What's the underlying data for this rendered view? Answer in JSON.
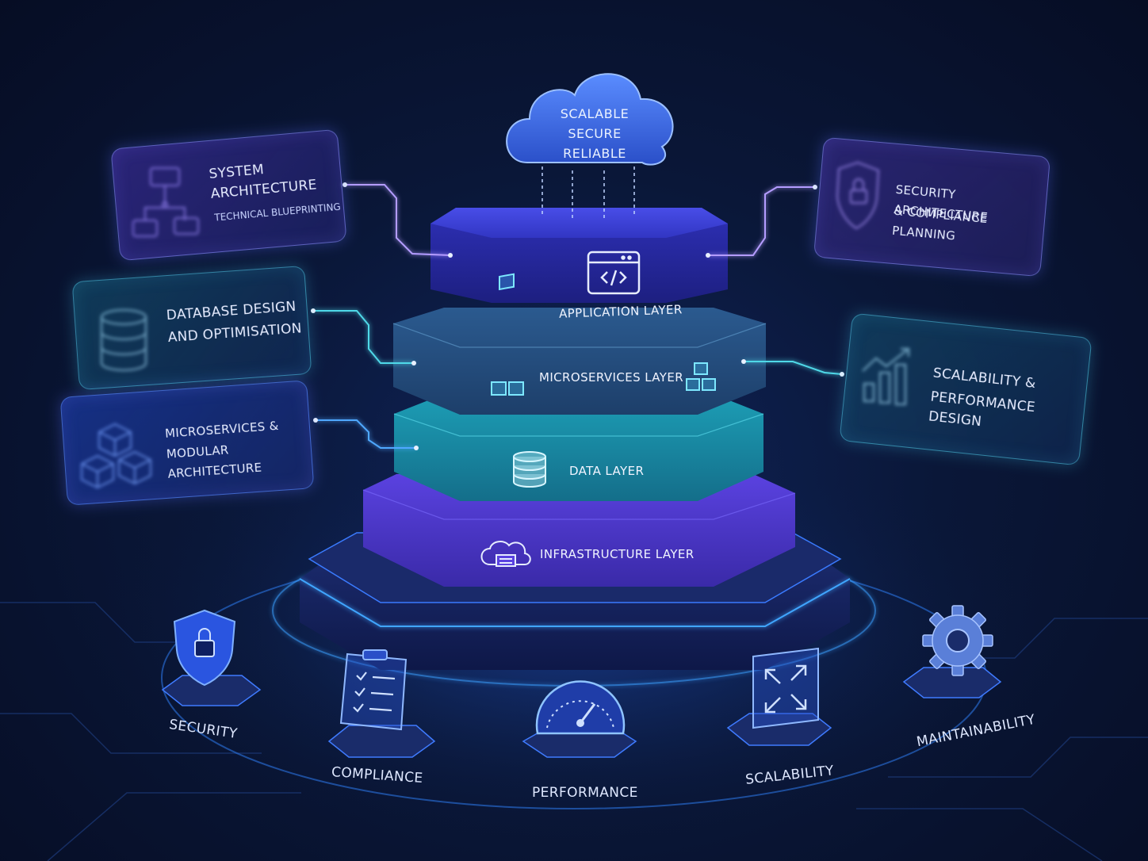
{
  "cloud": {
    "line1": "Scalable",
    "line2": "Secure",
    "line3": "Reliable"
  },
  "layers": [
    {
      "label": "Application Layer",
      "icon": "code-window-icon",
      "color": "#3a3fd8"
    },
    {
      "label": "Microservices Layer",
      "icon": "cubes-icon",
      "color": "#2a5a9a"
    },
    {
      "label": "Data Layer",
      "icon": "database-icon",
      "color": "#1f8fa8"
    },
    {
      "label": "Infrastructure Layer",
      "icon": "cloud-server-icon",
      "color": "#5a3fd8"
    }
  ],
  "cards": {
    "system": {
      "title_line1": "System",
      "title_line2": "Architecture",
      "subtitle": "Technical Blueprinting",
      "icon": "org-chart-icon"
    },
    "database": {
      "line1": "Database Design",
      "line2": "and Optimisation",
      "icon": "database-icon"
    },
    "micro": {
      "line1": "Microservices &",
      "line2": "Modular Architecture",
      "icon": "cubes-icon"
    },
    "security_arch": {
      "line1": "Security Architecture",
      "line2": "& Compliance Planning",
      "icon": "shield-lock-icon"
    },
    "scalability_perf": {
      "line1": "Scalability &",
      "line2": "Performance Design",
      "icon": "bar-chart-trend-icon"
    }
  },
  "pillars": [
    {
      "label": "Security",
      "icon": "shield-lock-icon"
    },
    {
      "label": "Compliance",
      "icon": "clipboard-checklist-icon"
    },
    {
      "label": "Performance",
      "icon": "speedometer-icon"
    },
    {
      "label": "Scalability",
      "icon": "expand-arrows-icon"
    },
    {
      "label": "Maintainability",
      "icon": "gear-icon"
    }
  ],
  "colors": {
    "accent_purple": "#7b6cff",
    "accent_cyan": "#34d0e8",
    "accent_blue": "#3f7bff"
  }
}
